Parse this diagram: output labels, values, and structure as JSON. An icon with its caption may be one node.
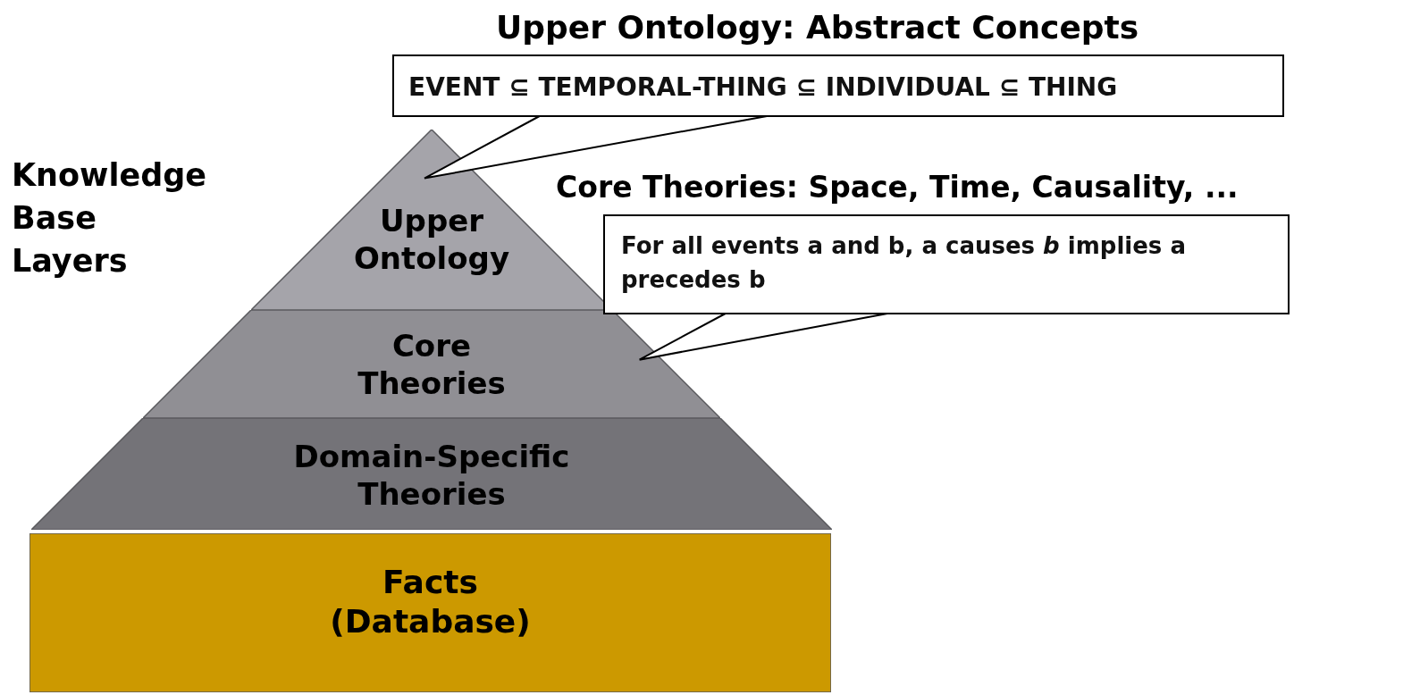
{
  "diagram": {
    "nodes": [
      {
        "text": [
          "Upper Ontology"
        ]
      },
      {
        "text": [
          "Core Theories"
        ]
      },
      {
        "text": [
          "Domain-Specific Theories"
        ]
      },
      {
        "text": [
          "Facts (Database)"
        ]
      },
      {
        "text": [
          "Upper Ontology: Abstract Concepts",
          "EVENT ⊆ TEMPORAL-THING ⊆ INDIVIDUAL ⊆ THING"
        ]
      },
      {
        "text": [
          "Core Theories: Space, Time, Causality, ...",
          "For all events a and b, a causes *b* implies a precedes b"
        ]
      }
    ],
    "edges": [
      {
        "from": 4,
        "to": 0,
        "arrow": "none"
      },
      {
        "from": 5,
        "to": 1,
        "arrow": "none"
      }
    ],
    "labels": [
      "Knowledge Base Layers"
    ]
  }
}
